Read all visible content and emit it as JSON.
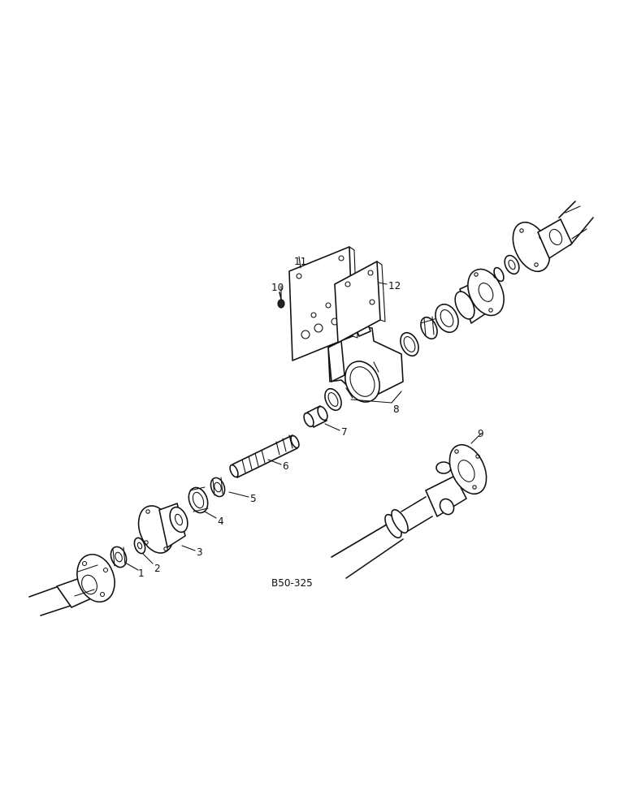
{
  "diagram": {
    "drawing_code": "B50-325",
    "callouts": [
      {
        "id": "c1",
        "text": "1"
      },
      {
        "id": "c2",
        "text": "2"
      },
      {
        "id": "c3",
        "text": "3"
      },
      {
        "id": "c4",
        "text": "4"
      },
      {
        "id": "c5",
        "text": "5"
      },
      {
        "id": "c6",
        "text": "6"
      },
      {
        "id": "c7",
        "text": "7"
      },
      {
        "id": "c8",
        "text": "8"
      },
      {
        "id": "c9",
        "text": "9"
      },
      {
        "id": "c10",
        "text": "10"
      },
      {
        "id": "c11",
        "text": "11"
      },
      {
        "id": "c12",
        "text": "12"
      }
    ]
  }
}
